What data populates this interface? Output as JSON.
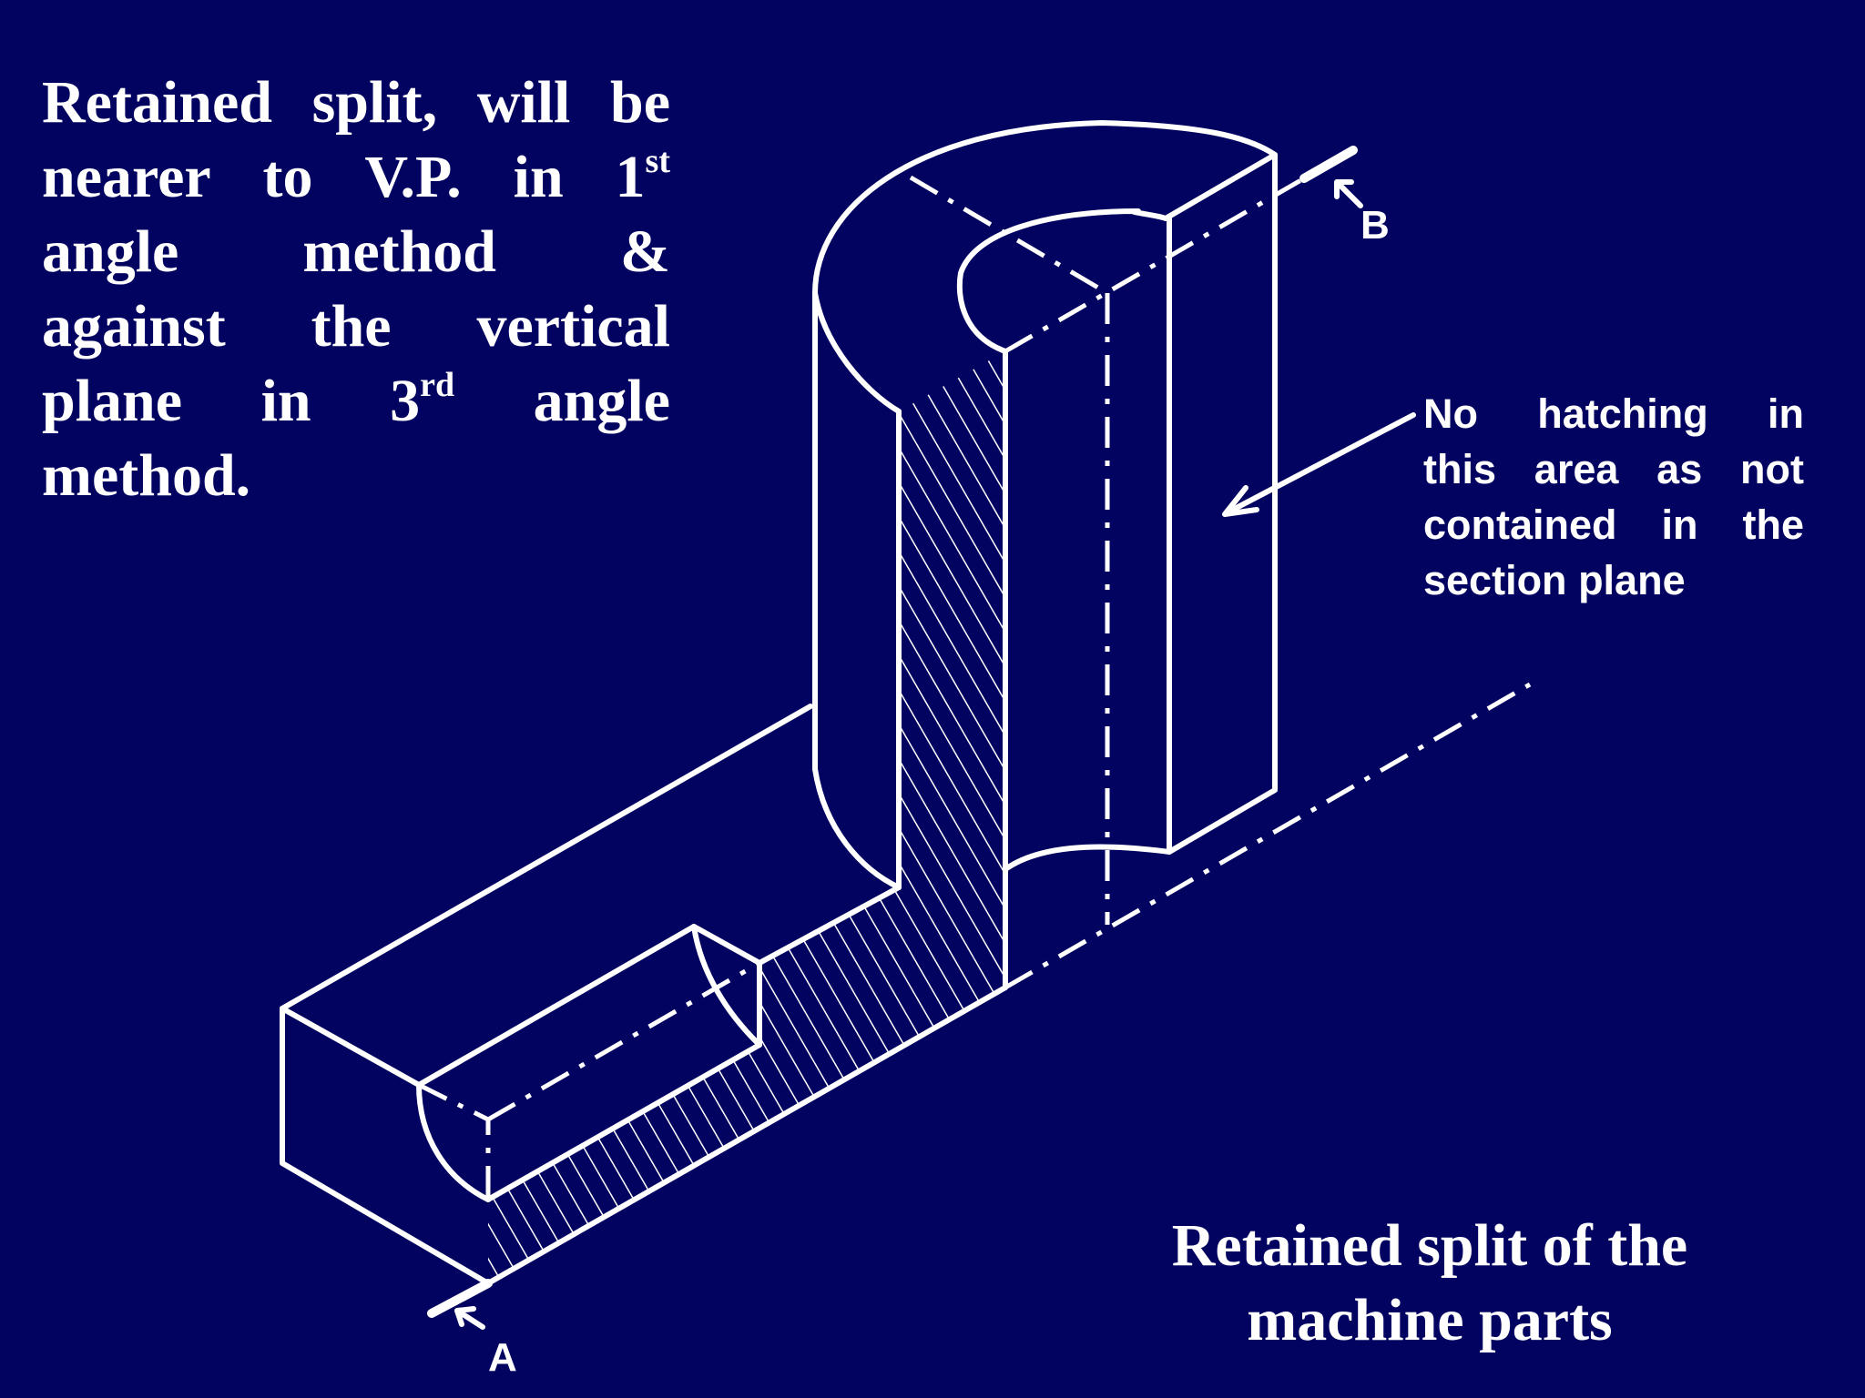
{
  "left_note": {
    "lines": [
      [
        "Retained",
        "split,",
        "will",
        "be"
      ],
      [
        "nearer",
        "to",
        "V.P.",
        "in",
        "1",
        "st"
      ],
      [
        "angle",
        "method",
        "&"
      ],
      [
        "against",
        "the",
        "vertical"
      ],
      [
        "plane",
        "in",
        "3",
        "rd",
        "angle"
      ],
      [
        "method."
      ]
    ]
  },
  "right_note": {
    "lines": [
      [
        "No",
        "hatching",
        "in"
      ],
      [
        "this",
        "area",
        "as",
        "not"
      ],
      [
        "contained",
        "in",
        "the"
      ],
      [
        "section",
        "plane"
      ]
    ]
  },
  "caption": {
    "line1": "Retained split of the",
    "line2": "machine parts"
  },
  "labels": {
    "a": "A",
    "b": "B"
  },
  "colors": {
    "background": "#020360",
    "lines": "#ffffff"
  }
}
